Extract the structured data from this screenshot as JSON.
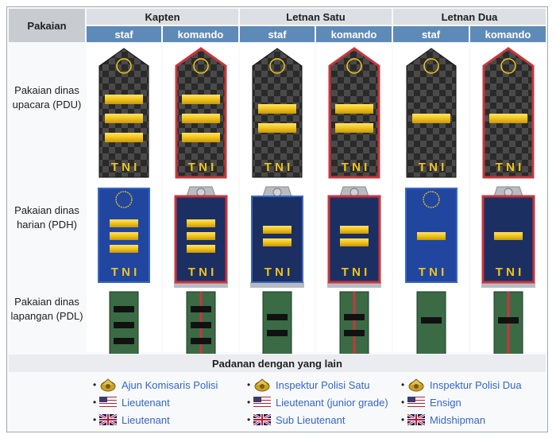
{
  "header": {
    "pakaian": "Pakaian",
    "ranks": [
      "Kapten",
      "Letnan Satu",
      "Letnan Dua"
    ],
    "staf": "staf",
    "komando": "komando"
  },
  "rows": [
    {
      "label": "Pakaian dinas upacara (PDU)"
    },
    {
      "label": "Pakaian dinas harian (PDH)"
    },
    {
      "label": "Pakaian dinas lapangan (PDL)"
    }
  ],
  "insignia_text": "TNI",
  "padanan": {
    "title": "Padanan dengan yang lain",
    "columns": [
      [
        "Ajun Komisaris Polisi",
        "Lieutenant",
        "Lieutenant"
      ],
      [
        "Inspektur Polisi Satu",
        "Lieutenant (junior grade)",
        "Sub Lieutenant"
      ],
      [
        "Inspektur Polisi Dua",
        "Ensign",
        "Midshipman"
      ]
    ],
    "icons": [
      "police-emblem-icon",
      "us-flag-icon",
      "uk-flag-icon"
    ]
  },
  "colors": {
    "header_blue": "#5e8ab8",
    "gold": "#f0c419",
    "pdh_navy": "#1c2f63",
    "pdl_green": "#3a6b45",
    "komando_red": "#c8363d"
  }
}
